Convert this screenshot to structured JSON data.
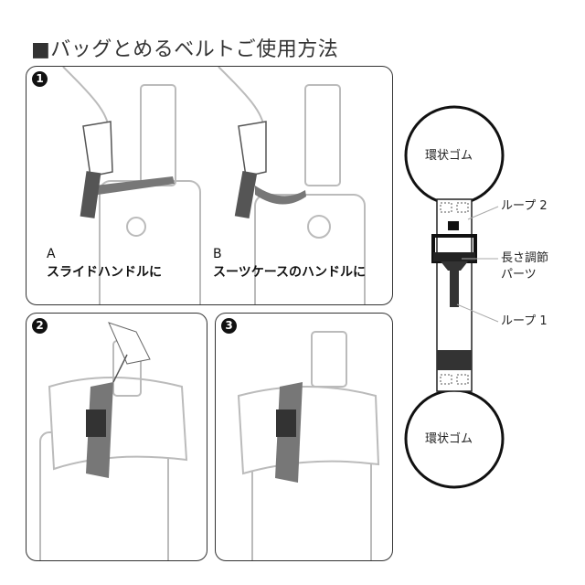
{
  "title": "■バッグとめるベルトご使用方法",
  "steps": [
    {
      "number": "1",
      "options": [
        {
          "letter": "A",
          "text": "スライドハンドルに"
        },
        {
          "letter": "B",
          "text": "スーツケースのハンドルに"
        }
      ]
    },
    {
      "number": "2"
    },
    {
      "number": "3"
    }
  ],
  "diagram": {
    "ring_top": "環状ゴム",
    "ring_bottom": "環状ゴム",
    "loop2": "ループ 2",
    "adjuster_line1": "長さ調節",
    "adjuster_line2": "パーツ",
    "loop1": "ループ 1"
  }
}
